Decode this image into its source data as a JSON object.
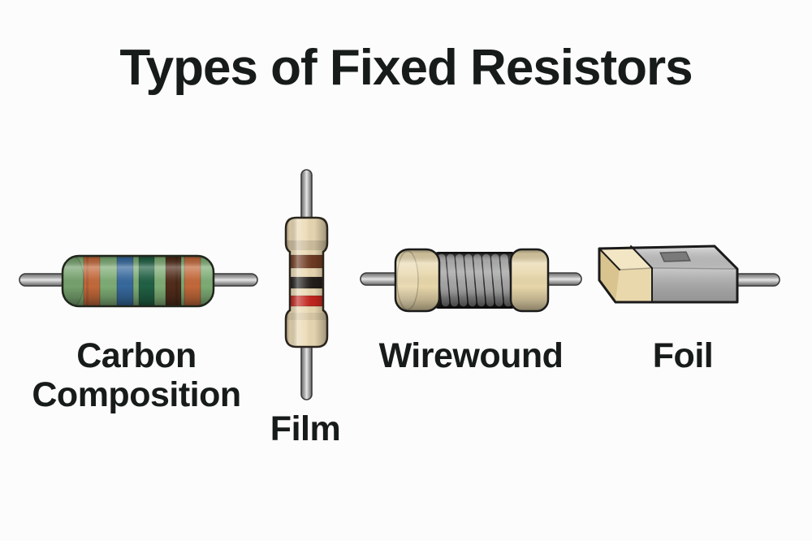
{
  "title": "Types of Fixed Resistors",
  "colors": {
    "background": "#fcfcfc",
    "text": "#171c1a"
  },
  "resistors": [
    {
      "name": "Carbon Composition",
      "label_lines": [
        "Carbon",
        "Composition"
      ],
      "body_color": "#7dab74",
      "band_colors": [
        "#c2683a",
        "#36689c",
        "#206044",
        "#502c1a",
        "#c2683a"
      ]
    },
    {
      "name": "Film",
      "label_lines": [
        "Film"
      ],
      "body_color": "#e9d8b2",
      "band_colors": [
        "#6e3a21",
        "#211e1b",
        "#c1241d"
      ]
    },
    {
      "name": "Wirewound",
      "label_lines": [
        "Wirewound"
      ],
      "cap_color": "#e7d6aa",
      "core_color": "#242424",
      "coil_color": "#9c9c9c"
    },
    {
      "name": "Foil",
      "label_lines": [
        "Foil"
      ],
      "end_color": "#e9d8ac",
      "end_top_color": "#f2e6c4",
      "end_side_color": "#d9c490",
      "body_color": "#b2b2b2",
      "top_color": "#c9c9c9",
      "window_color": "#7a7a7a"
    }
  ]
}
